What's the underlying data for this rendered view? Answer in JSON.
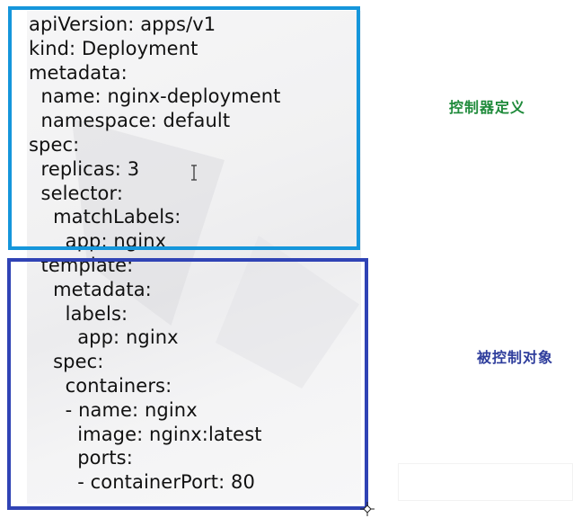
{
  "yaml": [
    {
      "text": "apiVersion: apps/v1"
    },
    {
      "text": "kind: Deployment"
    },
    {
      "text": "metadata:"
    },
    {
      "text": "  name: nginx-deployment"
    },
    {
      "text": "  namespace: default"
    },
    {
      "text": "spec:"
    },
    {
      "text": "  replicas: 3"
    },
    {
      "text": "  selector:"
    },
    {
      "text": "    matchLabels:"
    },
    {
      "text": "      app: nginx"
    },
    {
      "text": "  template:"
    },
    {
      "text": "    metadata:"
    },
    {
      "text": "      labels:"
    },
    {
      "text": "        app: nginx"
    },
    {
      "text": "    spec:"
    },
    {
      "text": "      containers:"
    },
    {
      "text": "      - name: nginx"
    },
    {
      "text": "        image: nginx:latest"
    },
    {
      "text": "        ports:"
    },
    {
      "text": "        - containerPort: 80"
    }
  ],
  "labels": {
    "controller": "控制器定义",
    "target": "被控制对象"
  },
  "colors": {
    "controller_border": "#1596db",
    "target_border": "#3043b5",
    "controller_text": "#1e8a3a",
    "target_text": "#2e3d9c"
  }
}
